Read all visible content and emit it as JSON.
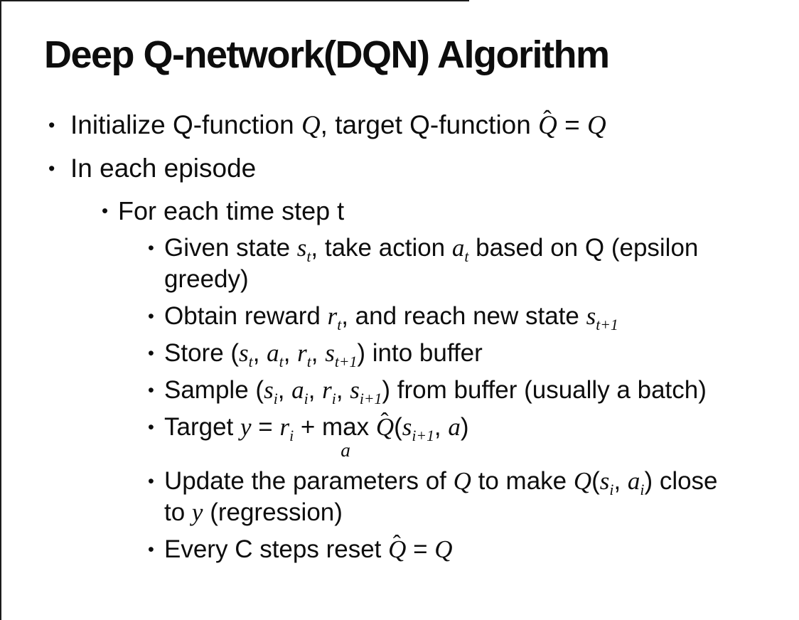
{
  "slide": {
    "title": "Deep Q-network(DQN) Algorithm",
    "bullet_char": "•"
  },
  "bullets": [
    {
      "level": 1,
      "runs": [
        {
          "t": "Initialize Q-function "
        },
        {
          "t": "Q",
          "it": true
        },
        {
          "t": ", target Q-function "
        },
        {
          "t": "Q",
          "hat": "ˆ"
        },
        {
          "t": " = "
        },
        {
          "t": "Q",
          "it": true
        }
      ]
    },
    {
      "level": 1,
      "runs": [
        {
          "t": "In each episode"
        }
      ]
    },
    {
      "level": 2,
      "runs": [
        {
          "t": "For each time step t"
        }
      ]
    },
    {
      "level": 3,
      "runs": [
        {
          "t": "Given state "
        },
        {
          "t": "s",
          "sub": "t"
        },
        {
          "t": ", take action "
        },
        {
          "t": "a",
          "sub": "t"
        },
        {
          "t": " based on Q (epsilon"
        },
        {
          "br": true
        },
        {
          "t": "greedy)"
        }
      ]
    },
    {
      "level": 3,
      "runs": [
        {
          "t": "Obtain reward "
        },
        {
          "t": "r",
          "sub": "t"
        },
        {
          "t": ", and reach new state "
        },
        {
          "t": "s",
          "sub": "t+1"
        }
      ]
    },
    {
      "level": 3,
      "runs": [
        {
          "t": "Store ("
        },
        {
          "t": "s",
          "sub": "t"
        },
        {
          "t": ", "
        },
        {
          "t": "a",
          "sub": "t"
        },
        {
          "t": ", "
        },
        {
          "t": "r",
          "sub": "t"
        },
        {
          "t": ", "
        },
        {
          "t": "s",
          "sub": "t+1"
        },
        {
          "t": ") into buffer"
        }
      ]
    },
    {
      "level": 3,
      "runs": [
        {
          "t": "Sample ("
        },
        {
          "t": "s",
          "sub": "i"
        },
        {
          "t": ", "
        },
        {
          "t": "a",
          "sub": "i"
        },
        {
          "t": ", "
        },
        {
          "t": "r",
          "sub": "i"
        },
        {
          "t": ", "
        },
        {
          "t": "s",
          "sub": "i+1"
        },
        {
          "t": ") from buffer (usually a batch)"
        }
      ]
    },
    {
      "level": 3,
      "runs": [
        {
          "t": "Target "
        },
        {
          "t": "y",
          "it": true
        },
        {
          "t": " = "
        },
        {
          "t": "r",
          "sub": "i"
        },
        {
          "t": " + "
        },
        {
          "t": "max",
          "under": "a"
        },
        {
          "t": " "
        },
        {
          "t": "Q",
          "hat": "ˆ"
        },
        {
          "t": "("
        },
        {
          "t": "s",
          "sub": "i+1"
        },
        {
          "t": ", "
        },
        {
          "t": "a",
          "it": true
        },
        {
          "t": ")"
        }
      ]
    },
    {
      "level": 3,
      "runs": [
        {
          "t": "Update the parameters of "
        },
        {
          "t": "Q",
          "it": true
        },
        {
          "t": " to make "
        },
        {
          "t": "Q",
          "it": true
        },
        {
          "t": "("
        },
        {
          "t": "s",
          "sub": "i"
        },
        {
          "t": ", "
        },
        {
          "t": "a",
          "sub": "i"
        },
        {
          "t": ") close"
        },
        {
          "br": true
        },
        {
          "t": "to "
        },
        {
          "t": "y",
          "it": true
        },
        {
          "t": " (regression)"
        }
      ]
    },
    {
      "level": 3,
      "runs": [
        {
          "t": "Every C steps reset "
        },
        {
          "t": "Q",
          "hat": "ˆ"
        },
        {
          "t": " = "
        },
        {
          "t": "Q",
          "it": true
        }
      ]
    }
  ]
}
